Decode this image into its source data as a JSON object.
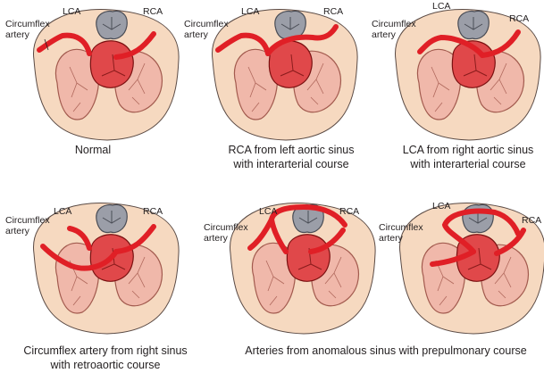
{
  "labels": {
    "lca": "LCA",
    "rca": "RCA",
    "circumflex_line1": "Circumflex",
    "circumflex_line2": "artery"
  },
  "panels": [
    {
      "caption": [
        "Normal"
      ]
    },
    {
      "caption": [
        "RCA from left aortic sinus",
        "with interarterial course"
      ]
    },
    {
      "caption": [
        "LCA from right aortic sinus",
        "with interarterial course"
      ]
    },
    {
      "caption": [
        "Circumflex artery from right sinus",
        "with retroaortic course"
      ]
    },
    {
      "caption": [
        "Arteries from anomalous sinus with prepulmonary course"
      ]
    }
  ],
  "colors": {
    "heart_base": "#f6d9c0",
    "ventricle": "#f0b8aa",
    "ventricle_stroke": "#a25a4e",
    "aorta": "#e0484a",
    "artery": "#e01f26",
    "pulmonary_valve": "#9b9ea8"
  }
}
